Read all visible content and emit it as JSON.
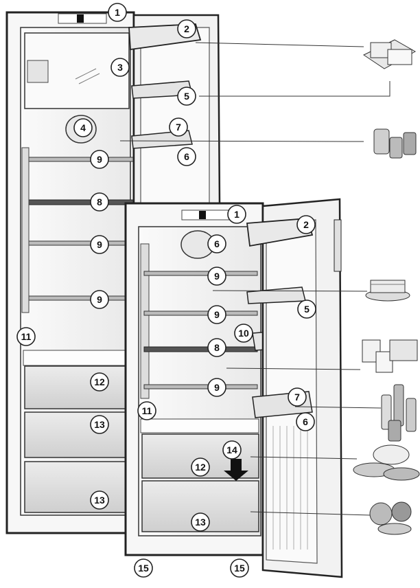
{
  "callouts": [
    "1",
    "2",
    "3",
    "4",
    "5",
    "6",
    "7",
    "8",
    "9",
    "10",
    "11",
    "12",
    "13",
    "14",
    "15"
  ],
  "colors": {
    "outline": "#222222",
    "cabinet_fill": "#f4f4f4",
    "drawer_fill": "#d9d9d9",
    "shelf": "#444444",
    "arrow": "#111111"
  },
  "icons": [
    "cheese-icon",
    "preserves-jars-icon",
    "cake-icon",
    "dairy-cups-icon",
    "bottles-icon",
    "cooking-pot-fish-icon",
    "vegetables-icon"
  ]
}
